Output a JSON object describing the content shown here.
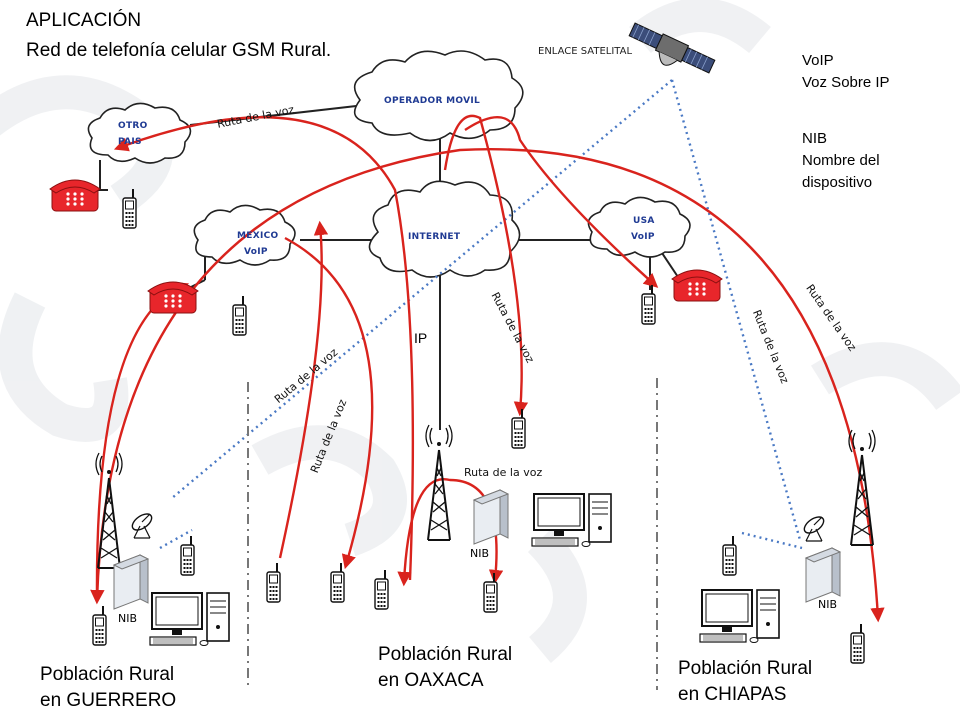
{
  "header": {
    "line1": "APLICACIÓN",
    "line2": "Red de telefonía celular GSM Rural."
  },
  "satellite": {
    "label": "ENLACE SATELITAL",
    "icon": "satellite-icon"
  },
  "legend": {
    "voip_title": "VoIP",
    "voip_desc": "Voz  Sobre IP",
    "nib_title": "NIB",
    "nib_desc1": "Nombre del",
    "nib_desc2": "dispositivo"
  },
  "clouds": {
    "operador": "OPERADOR  MOVIL",
    "otro_pais_1": "OTRO",
    "otro_pais_2": "PAIS",
    "mexico_1": "MEXICO",
    "mexico_2": "VoIP",
    "internet": "INTERNET",
    "usa_1": "USA",
    "usa_2": "VoIP"
  },
  "labels": {
    "ip": "IP",
    "ruta": "Ruta de la voz",
    "nib": "NIB"
  },
  "regions": {
    "guerrero_1": "Población Rural",
    "guerrero_2": "en GUERRERO",
    "oaxaca_1": "Población Rural",
    "oaxaca_2": "en OAXACA",
    "chiapas_1": "Población Rural",
    "chiapas_2": "en CHIAPAS"
  },
  "colors": {
    "voice_route": "#d9231d",
    "satellite_link": "#4a79c4",
    "phone_red": "#e8262b",
    "cloud_text": "#1f3a93"
  }
}
